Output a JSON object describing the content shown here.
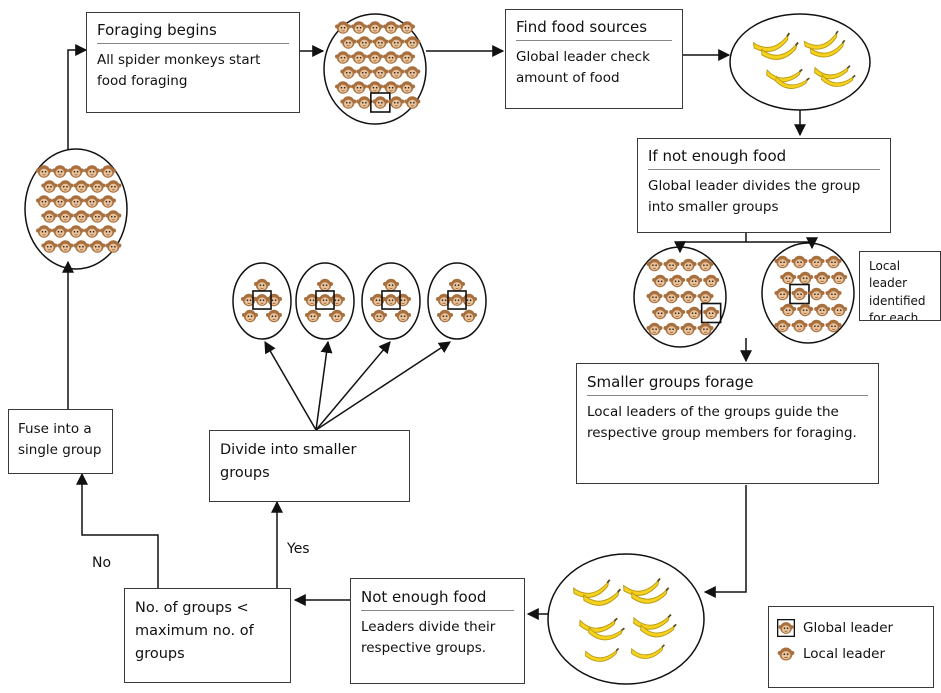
{
  "boxes": {
    "foraging_begins": {
      "title": "Foraging begins",
      "body": "All spider monkeys start food foraging"
    },
    "find_food": {
      "title": "Find food sources",
      "body": "Global leader check amount of food"
    },
    "not_enough_1": {
      "title": "If not enough food",
      "body": "Global leader divides the group into smaller groups"
    },
    "local_leader_note": {
      "body": "Local leader identified for each group"
    },
    "smaller_groups": {
      "title": "Smaller groups forage",
      "body": "Local leaders of the groups guide the respective group members for foraging."
    },
    "not_enough_2": {
      "title": "Not enough food",
      "body": "Leaders divide their respective groups."
    },
    "decision": {
      "body": "No. of groups < maximum no. of groups"
    },
    "divide": {
      "body": "Divide into smaller groups"
    },
    "fuse": {
      "body": "Fuse into a single group"
    }
  },
  "labels": {
    "yes": "Yes",
    "no": "No"
  },
  "legend": {
    "global": "Global leader",
    "local": "Local leader"
  },
  "colors": {
    "monkey": "#b07a4c",
    "monkey_face": "#e8bf94",
    "banana": "#f4d21f",
    "banana_edge": "#b8960c",
    "line": "#111111"
  }
}
